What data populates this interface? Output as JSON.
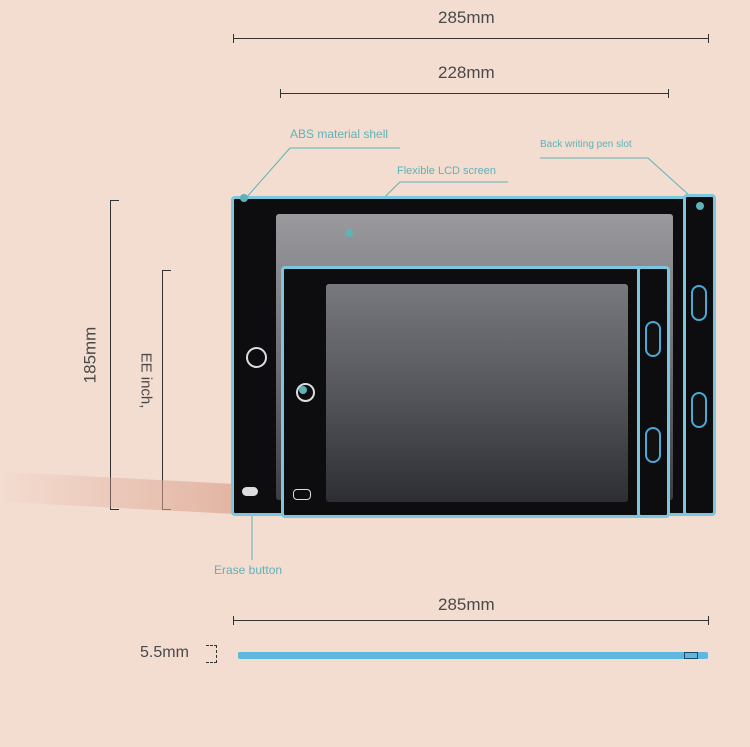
{
  "dimensions": {
    "top_width": "285mm",
    "screen_width": "228mm",
    "height": "185mm",
    "screen_diag": "EE inch,",
    "bottom_width": "285mm",
    "thickness": "5.5mm"
  },
  "callouts": {
    "shell": "ABS material shell",
    "lcd": "Flexible LCD screen",
    "pen_slot": "Back writing pen slot",
    "erase": "Erase button"
  },
  "colors": {
    "background": "#f3dcd0",
    "frame": "#7cc6e0",
    "callout": "#5fb3b8"
  }
}
